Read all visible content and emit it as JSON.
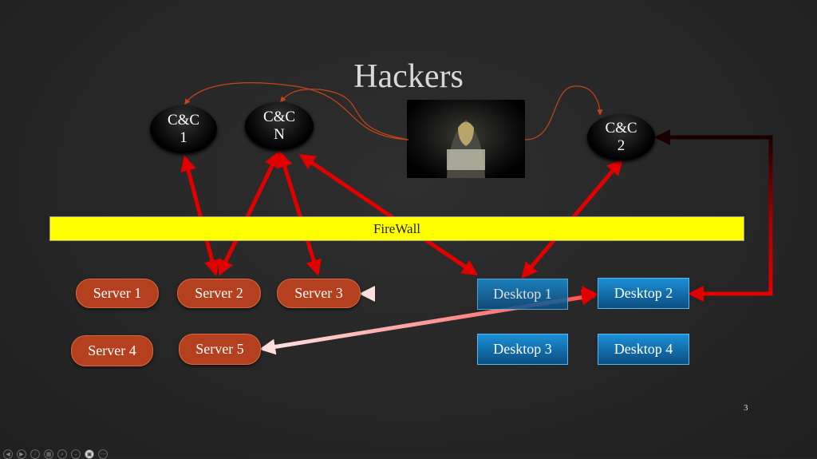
{
  "title": "Hackers",
  "firewall_label": "FireWall",
  "command_servers": [
    {
      "line1": "C&C",
      "line2": "1"
    },
    {
      "line1": "C&C",
      "line2": "N"
    },
    {
      "line1": "C&C",
      "line2": "2"
    }
  ],
  "servers": [
    "Server 1",
    "Server 2",
    "Server 3",
    "Server 4",
    "Server 5"
  ],
  "desktops": [
    "Desktop 1",
    "Desktop 2",
    "Desktop 3",
    "Desktop 4"
  ],
  "page_number": "3",
  "colors": {
    "server": "#b5401f",
    "desktop": "#1b8fd6",
    "firewall": "#ffff00",
    "attack_arrow": "#e00000",
    "lateral_arrow": "#ff9a9a",
    "control_curve": "#c8441a"
  },
  "toolbar_icons": [
    "previous-icon",
    "next-icon",
    "pen-icon",
    "slides-icon",
    "zoom-icon",
    "subtitles-icon",
    "presenter-view-icon",
    "more-icon"
  ]
}
